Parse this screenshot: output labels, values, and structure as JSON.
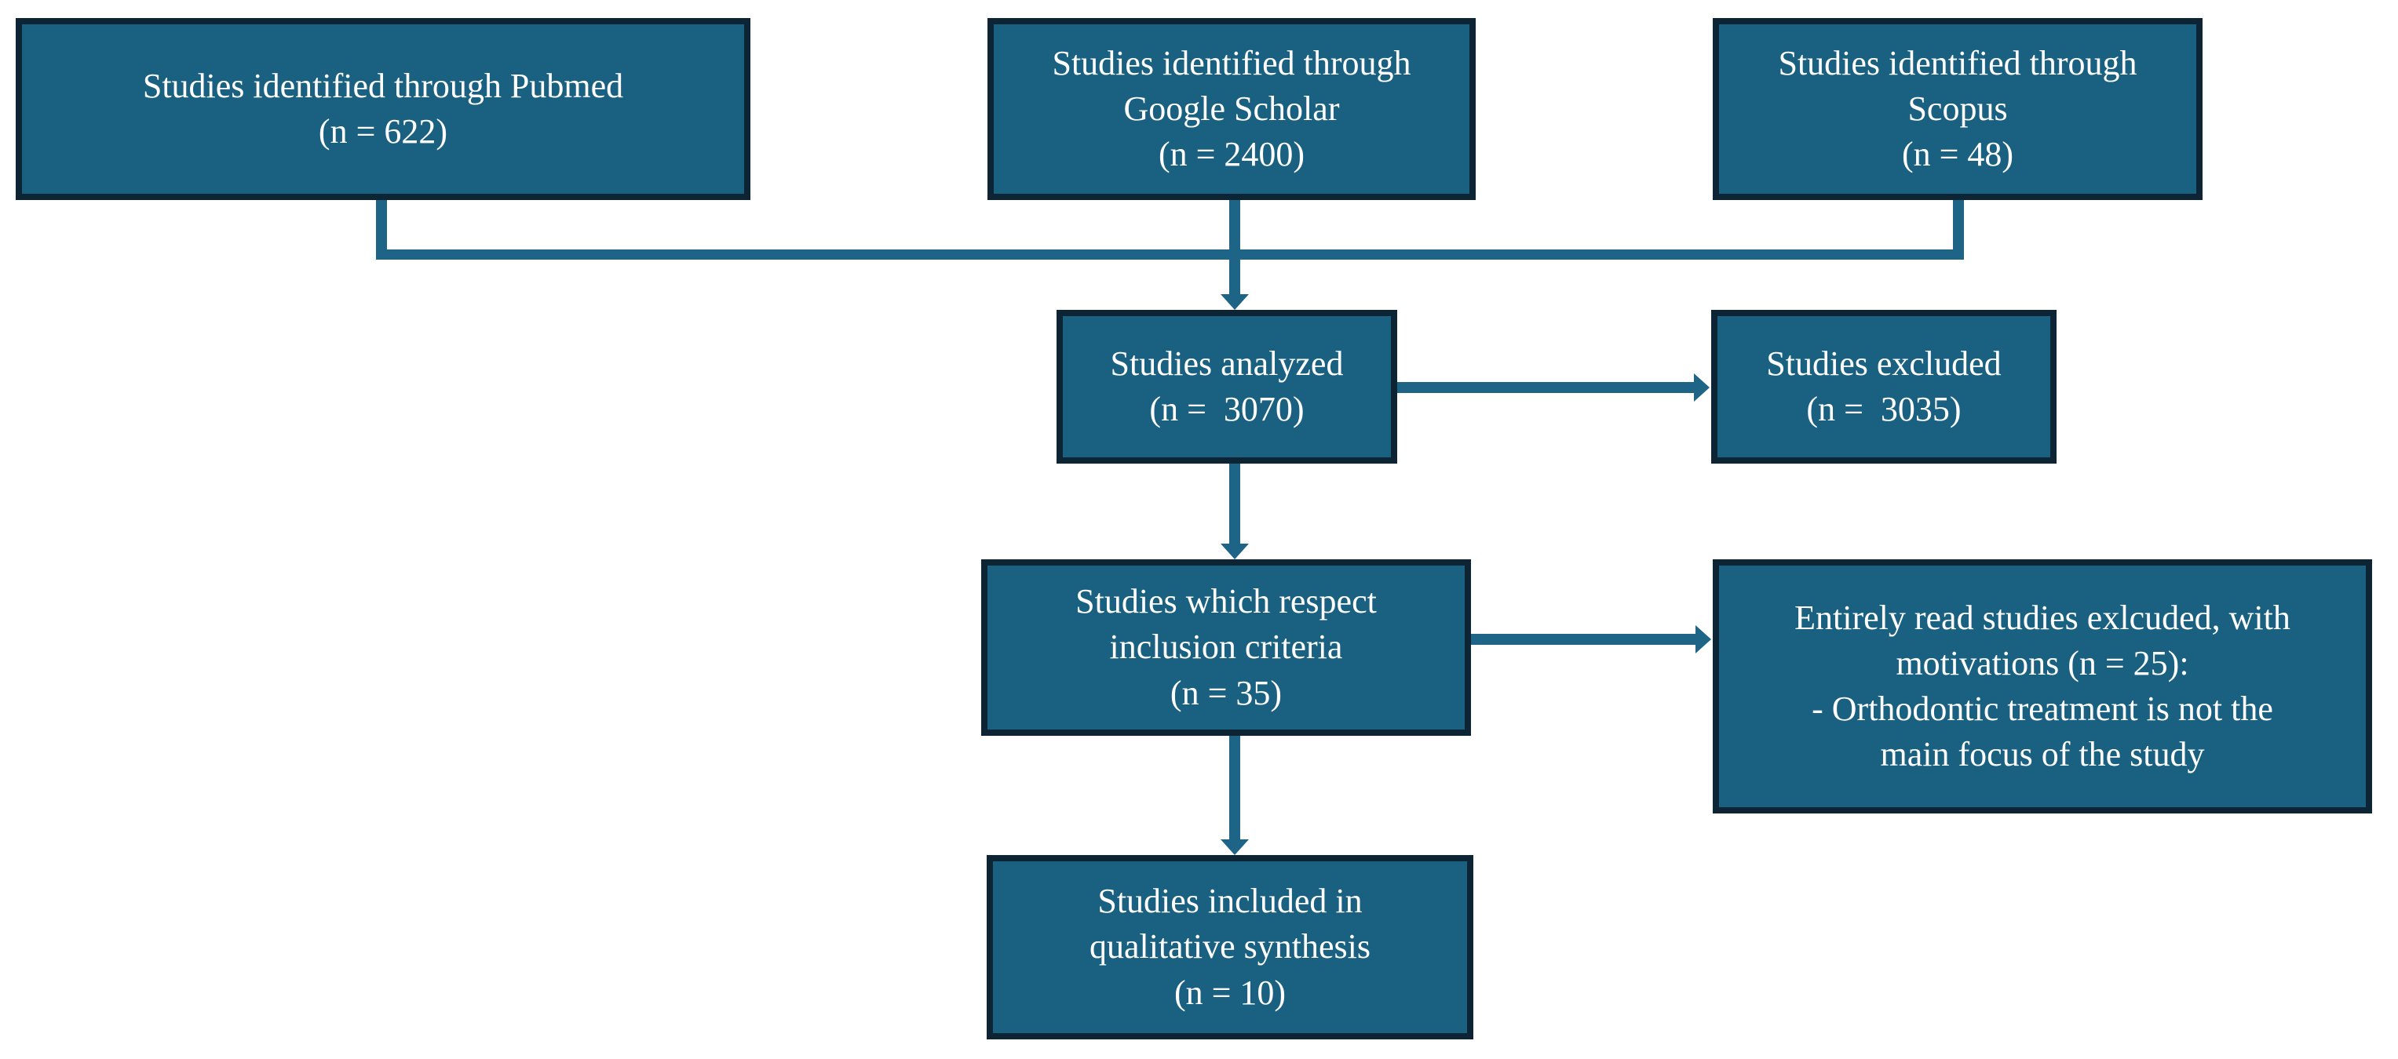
{
  "diagram": {
    "type": "flowchart",
    "colors": {
      "node_fill": "#1A6181",
      "node_border": "#0C2433",
      "connector": "#1E6486",
      "text": "#FFFFFF",
      "background": "#FFFFFF"
    },
    "nodes": [
      {
        "id": "pubmed",
        "text": "Studies identified through Pubmed\n(n = 622)"
      },
      {
        "id": "google-scholar",
        "text": "Studies identified through\nGoogle Scholar\n(n = 2400)"
      },
      {
        "id": "scopus",
        "text": "Studies identified through\nScopus\n(n = 48)"
      },
      {
        "id": "analyzed",
        "text": "Studies analyzed\n(n =  3070)"
      },
      {
        "id": "excluded",
        "text": "Studies excluded\n(n =  3035)"
      },
      {
        "id": "inclusion-criteria",
        "text": "Studies which respect\ninclusion criteria\n(n = 35)"
      },
      {
        "id": "full-text-excluded",
        "text": "Entirely read studies exlcuded, with\nmotivations (n = 25):\n- Orthodontic treatment is not the\nmain focus of the study"
      },
      {
        "id": "qualitative-synthesis",
        "text": "Studies included in\nqualitative synthesis\n(n = 10)"
      }
    ],
    "edges": [
      {
        "from": "pubmed",
        "to": "analyzed"
      },
      {
        "from": "google-scholar",
        "to": "analyzed"
      },
      {
        "from": "scopus",
        "to": "analyzed"
      },
      {
        "from": "analyzed",
        "to": "excluded"
      },
      {
        "from": "analyzed",
        "to": "inclusion-criteria"
      },
      {
        "from": "inclusion-criteria",
        "to": "full-text-excluded"
      },
      {
        "from": "inclusion-criteria",
        "to": "qualitative-synthesis"
      }
    ]
  }
}
